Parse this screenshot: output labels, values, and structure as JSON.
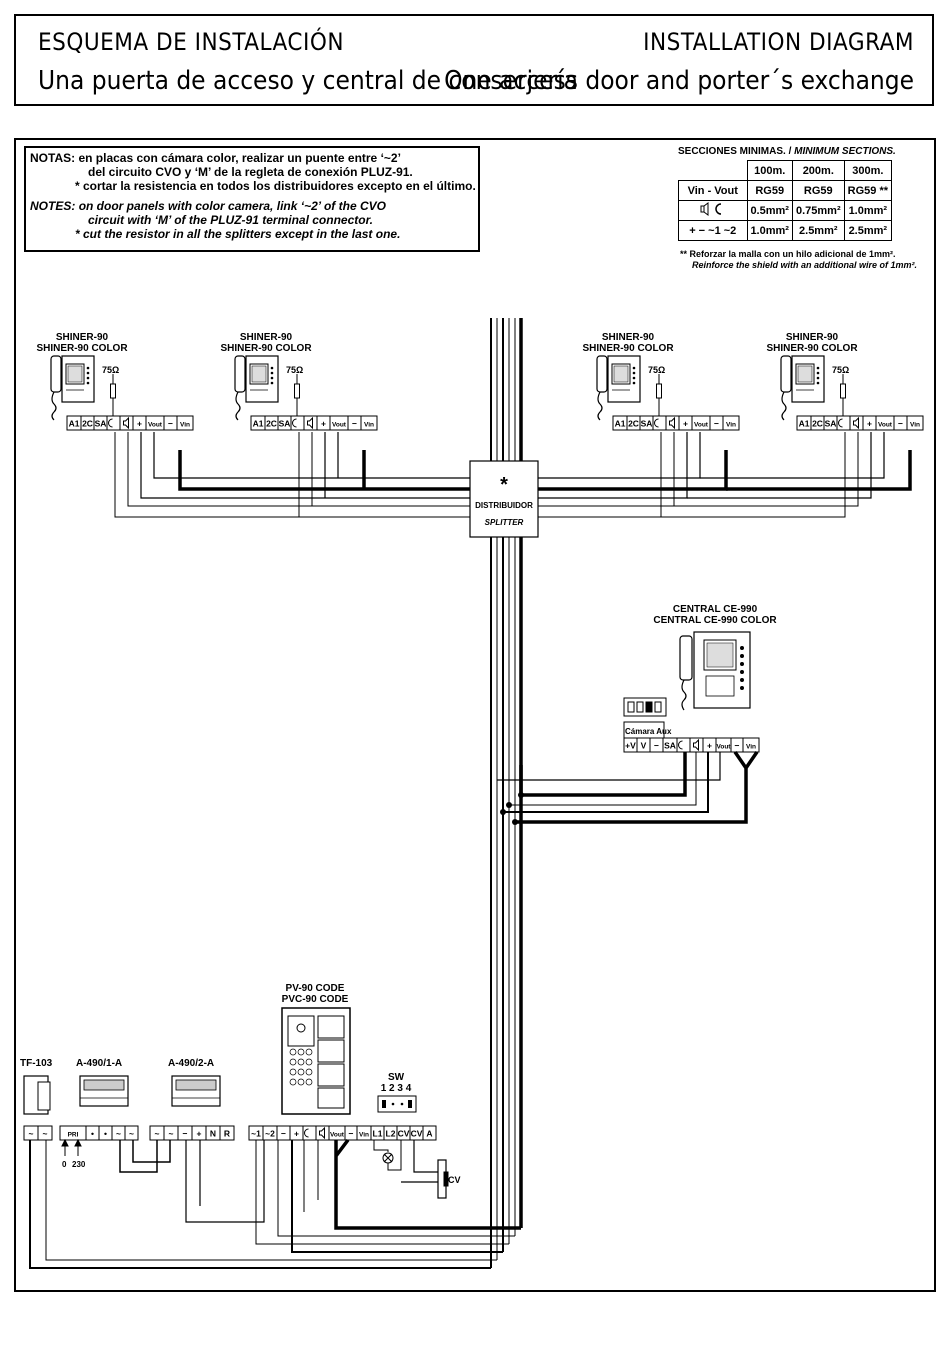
{
  "header": {
    "title_es": "ESQUEMA DE INSTALACIÓN",
    "title_en": "INSTALLATION DIAGRAM",
    "subtitle_es": "Una puerta de acceso y central de conserjería",
    "subtitle_en": "One access door and porter´s exchange"
  },
  "notes": {
    "es_label": "NOTAS:",
    "es_line1": "en placas con cámara color, realizar un puente entre ‘~2’",
    "es_line2": "del circuito CVO y ‘M’ de la regleta de conexión PLUZ-91.",
    "es_line3": "* cortar la resistencia en todos los distribuidores excepto en el último.",
    "en_label": "NOTES:",
    "en_line1": "on door panels with color camera, link ‘~2’ of the CVO",
    "en_line2": "circuit with ‘M’ of the PLUZ-91 terminal connector.",
    "en_line3": "* cut the resistor in all the splitters except in the last one."
  },
  "sections": {
    "title_es": "SECCIONES MINIMAS. /",
    "title_en": "MINIMUM SECTIONS.",
    "headers": [
      "100m.",
      "200m.",
      "300m."
    ],
    "rows": [
      {
        "label": "Vin - Vout",
        "values": [
          "RG59",
          "RG59",
          "RG59 **"
        ]
      },
      {
        "label": "",
        "values": [
          "0.5mm²",
          "0.75mm²",
          "1.0mm²"
        ]
      },
      {
        "label": "+ − ~1 ~2",
        "values": [
          "1.0mm²",
          "2.5mm²",
          "2.5mm²"
        ]
      }
    ],
    "footnote_es": "** Reforzar la malla con un hilo adicional de 1mm².",
    "footnote_en": "Reinforce the shield with an additional wire of 1mm²."
  },
  "monitors": [
    {
      "line1": "SHINER-90",
      "line2": "SHINER-90 COLOR",
      "res": "75Ω"
    },
    {
      "line1": "SHINER-90",
      "line2": "SHINER-90 COLOR",
      "res": "75Ω"
    },
    {
      "line1": "SHINER-90",
      "line2": "SHINER-90 COLOR",
      "res": "75Ω"
    },
    {
      "line1": "SHINER-90",
      "line2": "SHINER-90 COLOR",
      "res": "75Ω"
    }
  ],
  "monitor_terminals": [
    "A1",
    "2C",
    "SA",
    "",
    "",
    "+",
    "Vout",
    "−",
    "Vin"
  ],
  "splitter": {
    "star": "*",
    "label_es": "DISTRIBUIDOR",
    "label_en": "SPLITTER"
  },
  "central": {
    "line1": "CENTRAL CE-990",
    "line2": "CENTRAL CE-990 COLOR",
    "aux_label": "Cámara Aux",
    "terminals": [
      "+V",
      "V",
      "−",
      "SA",
      "",
      "",
      "+",
      "Vout",
      "−",
      "Vin"
    ]
  },
  "devices": {
    "tf": "TF-103",
    "a1": "A-490/1-A",
    "a2": "A-490/2-A",
    "pv1": "PV-90 CODE",
    "pv2": "PVC-90 CODE",
    "sw": "SW",
    "sw_nums": "1 2 3 4",
    "cv": "CV",
    "pri_0": "0",
    "pri_230": "230"
  },
  "bottom_terminals": {
    "tf": [
      "~",
      "~"
    ],
    "a1": [
      "PRI",
      "•",
      "•",
      "~",
      "~"
    ],
    "a2": [
      "~",
      "~",
      "−",
      "+",
      "N",
      "R"
    ],
    "pv": [
      "~1",
      "~2",
      "−",
      "+",
      "",
      "",
      "Vout",
      "−",
      "Vin",
      "L1",
      "L2",
      "CV",
      "CV",
      "A"
    ]
  }
}
